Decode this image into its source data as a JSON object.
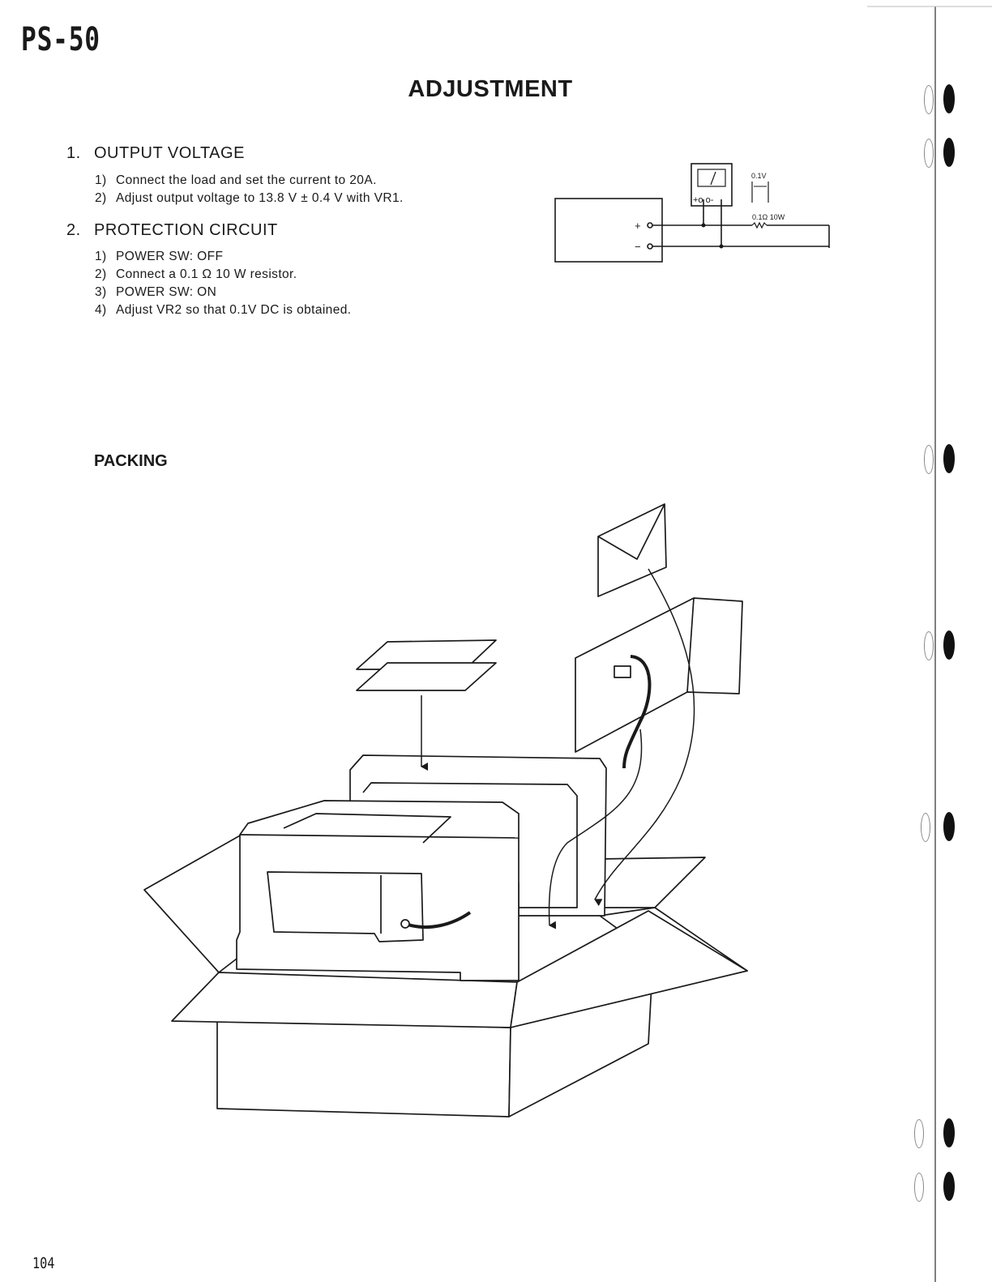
{
  "header": {
    "model": "PS-50",
    "title": "ADJUSTMENT"
  },
  "output_voltage": {
    "number": "1.",
    "heading": "OUTPUT VOLTAGE",
    "steps": [
      {
        "n": "1)",
        "text": "Connect the load and set the current to 20A."
      },
      {
        "n": "2)",
        "text": "Adjust output voltage to 13.8 V ± 0.4 V with VR1."
      }
    ]
  },
  "protection_circuit": {
    "number": "2.",
    "heading": "PROTECTION CIRCUIT",
    "steps": [
      {
        "n": "1)",
        "text": "POWER SW: OFF"
      },
      {
        "n": "2)",
        "text": "Connect a 0.1 Ω 10 W resistor."
      },
      {
        "n": "3)",
        "text": "POWER SW: ON"
      },
      {
        "n": "4)",
        "text": "Adjust VR2 so that 0.1V DC is obtained."
      }
    ]
  },
  "circuit_diagram": {
    "meter_voltage": "0.1V",
    "resistor_label": "0.1Ω 10W",
    "plus": "+",
    "minus": "−",
    "meter_terminals": "+o  o-"
  },
  "packing": {
    "heading": "PACKING"
  },
  "footer": {
    "page_number": "104"
  }
}
